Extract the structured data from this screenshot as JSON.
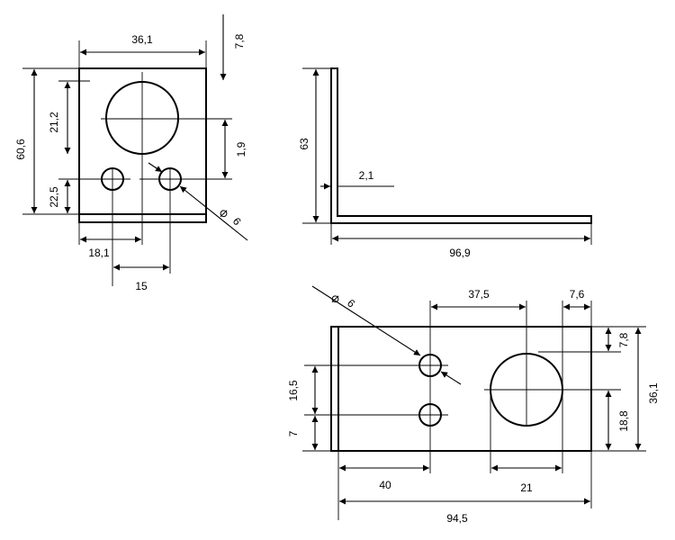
{
  "views": {
    "front": {
      "dims": {
        "width_top": "36,1",
        "offset_top": "7,8",
        "height_total": "60,6",
        "center_to_center": "21,2",
        "thickness_right": "1,9",
        "lower_hole_height": "22,5",
        "hole_diameter": "6",
        "left_hole_x": "18,1",
        "hole_spacing": "15"
      }
    },
    "side": {
      "dims": {
        "height": "63",
        "thickness": "2,1",
        "length": "96,9"
      }
    },
    "top": {
      "dims": {
        "hole_diameter": "6",
        "big_hole_spacing": "37,5",
        "right_edge": "7,6",
        "top_offset": "7,8",
        "width": "36,1",
        "hole_spacing_vertical": "16,5",
        "bottom_offset": "7",
        "big_hole_center_height": "18,8",
        "left_hole_x": "40",
        "big_hole_diameter": "21",
        "length": "94,5"
      }
    }
  }
}
